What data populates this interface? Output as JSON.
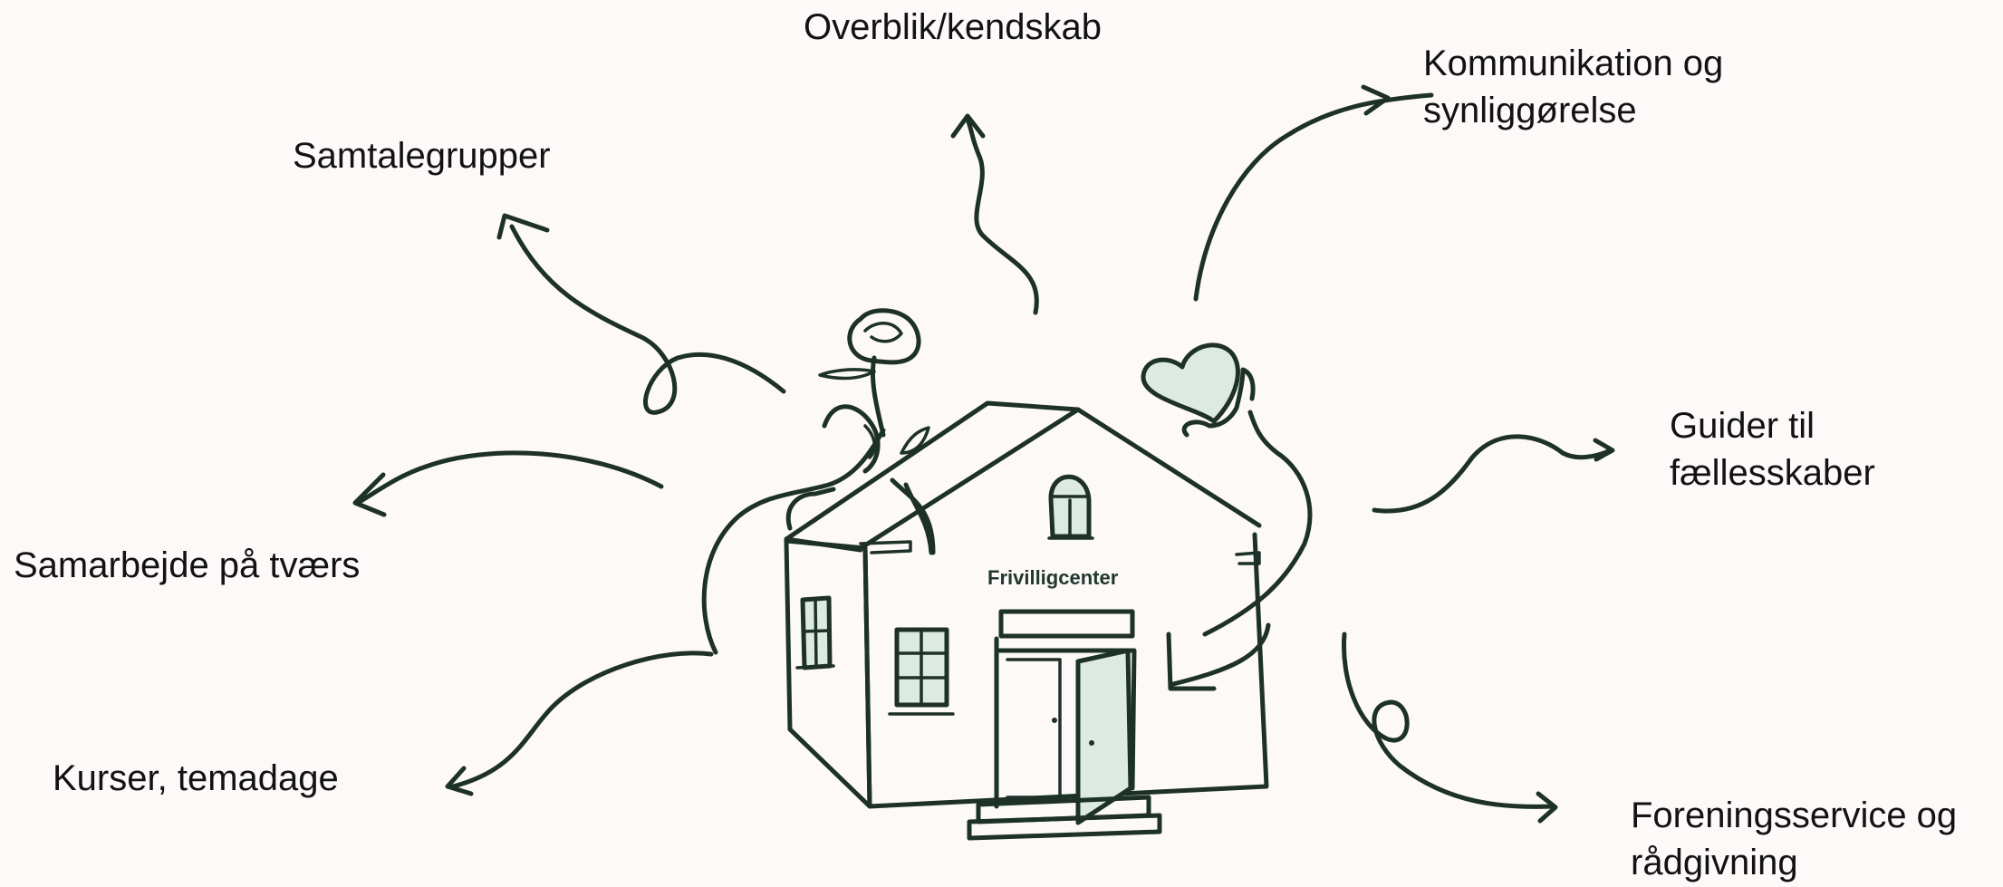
{
  "center": {
    "label": "Frivilligcenter"
  },
  "labels": {
    "overblik": [
      "Overblik/kendskab"
    ],
    "kommunikation": [
      "Kommunikation og",
      "synliggørelse"
    ],
    "samtalegrupper": [
      "Samtalegrupper"
    ],
    "guider": [
      "Guider til",
      "fællesskaber"
    ],
    "samarbejde": [
      "Samarbejde på tværs"
    ],
    "kurser": [
      "Kurser, temadage"
    ],
    "foreningsservice": [
      "Foreningsservice og",
      "rådgivning"
    ]
  },
  "colors": {
    "ink": "#1d3128",
    "tint": "#dde9e3",
    "background": "#fcf9f8",
    "text": "#121212"
  },
  "icons": [
    "house-illustration",
    "rose-icon",
    "heart-icon",
    "hand-icon",
    "arrow-icon"
  ]
}
